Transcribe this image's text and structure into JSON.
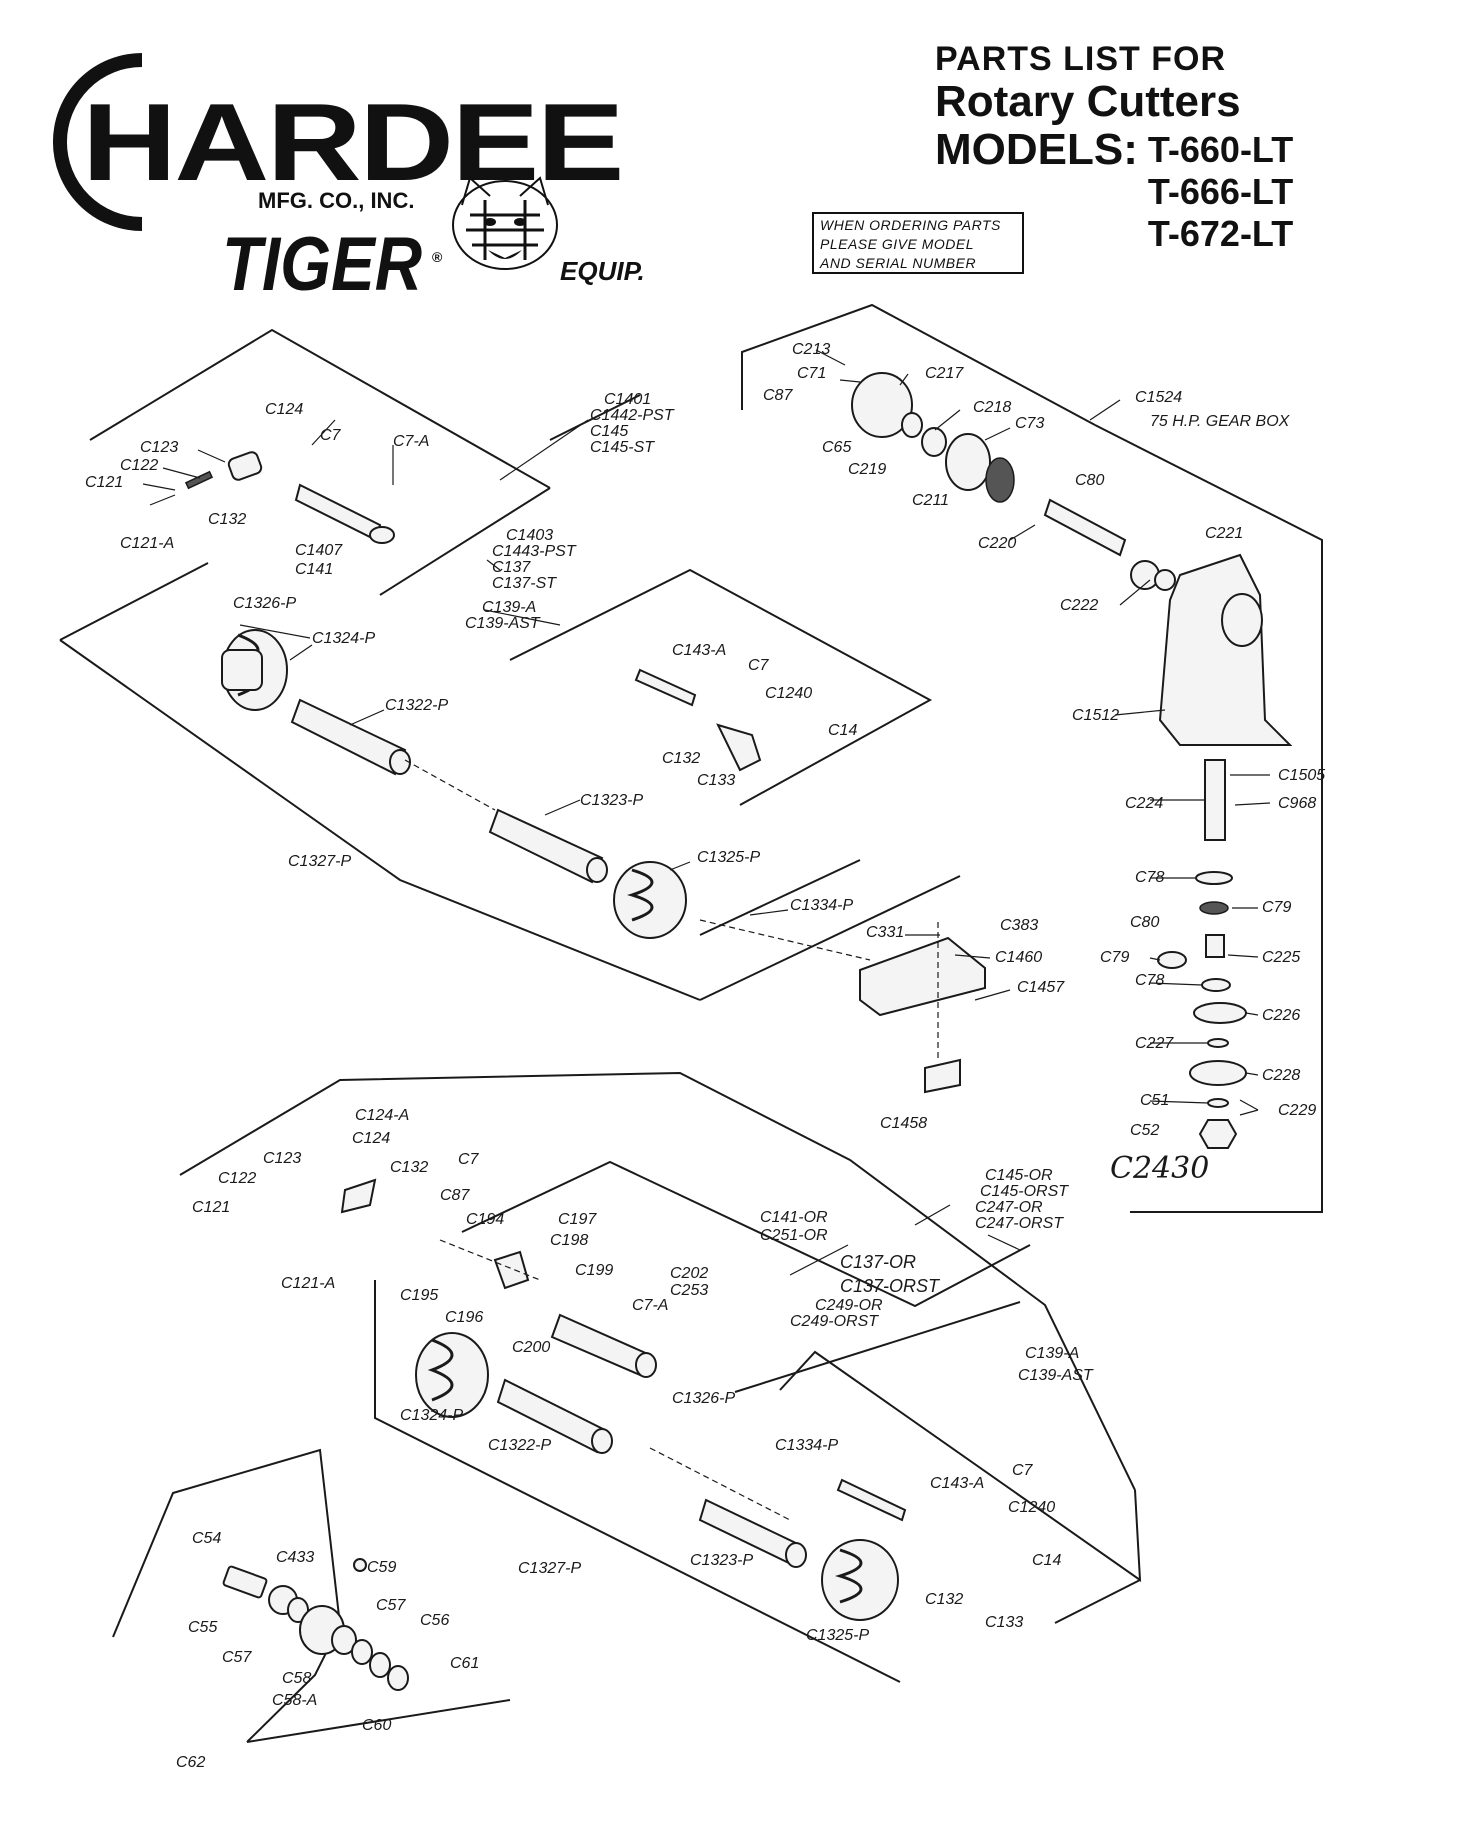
{
  "brand": {
    "name": "HARDEE",
    "company": "MFG. CO., INC.",
    "sub_brand": "TIGER",
    "registered": "®",
    "equip": "EQUIP."
  },
  "header": {
    "line1": "PARTS LIST FOR",
    "line2": "Rotary Cutters",
    "models_label": "MODELS:",
    "models": [
      "T-660-LT",
      "T-666-LT",
      "T-672-LT"
    ]
  },
  "order_notice": [
    "WHEN ORDERING PARTS",
    "PLEASE GIVE MODEL",
    "AND SERIAL NUMBER"
  ],
  "labels": {
    "top_shaft": {
      "c124": "C124",
      "c123": "C123",
      "c122": "C122",
      "c121": "C121",
      "c121a": "C121-A",
      "c7": "C7",
      "c7a": "C7-A",
      "c132": "C132",
      "c1407": "C1407",
      "c141": "C141",
      "c1401": "C1401",
      "c1442pst": "C1442-PST",
      "c145": "C145",
      "c145st": "C145-ST",
      "c1403": "C1403",
      "c1443pst": "C1443-PST",
      "c137": "C137",
      "c137st": "C137-ST",
      "c139a": "C139-A",
      "c139ast": "C139-AST",
      "c1326p": "C1326-P",
      "c1324p": "C1324-P",
      "c1322p": "C1322-P",
      "c1323p": "C1323-P",
      "c1327p": "C1327-P",
      "c1325p": "C1325-P",
      "c1334p": "C1334-P",
      "c143a": "C143-A",
      "c7b": "C7",
      "c1240": "C1240",
      "c14": "C14",
      "c132b": "C132",
      "c133": "C133"
    },
    "shield": {
      "c331": "C331",
      "c383": "C383",
      "c1460": "C1460",
      "c1457": "C1457",
      "c1458": "C1458"
    },
    "gearbox": {
      "c213": "C213",
      "c71": "C71",
      "c217": "C217",
      "c87": "C87",
      "c218": "C218",
      "c73": "C73",
      "c1524": "C1524",
      "hp": "75 H.P. GEAR BOX",
      "c65": "C65",
      "c219": "C219",
      "c80": "C80",
      "c211": "C211",
      "c220": "C220",
      "c221": "C221",
      "c222": "C222",
      "c1512": "C1512",
      "c1505": "C1505",
      "c224": "C224",
      "c968": "C968",
      "c78": "C78",
      "c79": "C79",
      "c80b": "C80",
      "c79b": "C79",
      "c225": "C225",
      "c78b": "C78",
      "c226": "C226",
      "c227": "C227",
      "c228": "C228",
      "c51": "C51",
      "c229": "C229",
      "c52": "C52",
      "hand": "C2430"
    },
    "bottom_shaft": {
      "c124a": "C124-A",
      "c124": "C124",
      "c123": "C123",
      "c122": "C122",
      "c121": "C121",
      "c121a": "C121-A",
      "c132": "C132",
      "c7": "C7",
      "c87": "C87",
      "c194": "C194",
      "c195": "C195",
      "c196": "C196",
      "c197": "C197",
      "c198": "C198",
      "c199": "C199",
      "c200": "C200",
      "c202": "C202",
      "c253": "C253",
      "c7a": "C7-A",
      "c141or": "C141-OR",
      "c251or": "C251-OR",
      "c145or": "C145-OR",
      "c145orst": "C145-ORST",
      "c247or": "C247-OR",
      "c247orst": "C247-ORST",
      "c137or": "C137-OR",
      "c137orst": "C137-ORST",
      "c249or": "C249-OR",
      "c249orst": "C249-ORST",
      "c1324p": "C1324-P",
      "c1322p": "C1322-P",
      "c1326p": "C1326-P",
      "c139a": "C139-A",
      "c139ast": "C139-AST",
      "c1334p": "C1334-P",
      "c143a": "C143-A",
      "c7b": "C7",
      "c1240": "C1240",
      "c14": "C14",
      "c1327p": "C1327-P",
      "c1323p": "C1323-P",
      "c1325p": "C1325-P",
      "c132b": "C132",
      "c133": "C133"
    },
    "slip_clutch": {
      "c54": "C54",
      "c433": "C433",
      "c59": "C59",
      "c55": "C55",
      "c57": "C57",
      "c56": "C56",
      "c57b": "C57",
      "c58": "C58",
      "c58a": "C58-A",
      "c61": "C61",
      "c60": "C60",
      "c62": "C62"
    }
  }
}
